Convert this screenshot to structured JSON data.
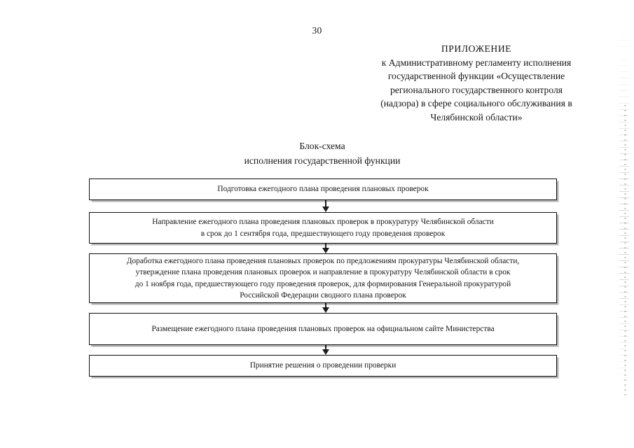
{
  "document": {
    "page_number": "30",
    "addressee": [
      "ПРИЛОЖЕНИЕ",
      "к Административному регламенту исполнения",
      "государственной функции «Осуществление",
      "регионального государственного контроля",
      "(надзора) в сфере социального обслуживания в",
      "Челябинской области»"
    ],
    "title": [
      "Блок-схема",
      "исполнения государственной функции"
    ]
  },
  "flowchart": {
    "nodes": [
      {
        "id": "node-0",
        "lines": [
          "Подготовка ежегодного плана проведения плановых проверок"
        ]
      },
      {
        "id": "node-1",
        "lines": [
          "Направление ежегодного плана проведения плановых проверок в прокуратуру Челябинской области",
          "в срок до 1 сентября года, предшествующего году проведения проверок"
        ]
      },
      {
        "id": "node-2",
        "lines": [
          "Доработка ежегодного плана проведения плановых проверок по предложениям прокуратуры Челябинской области,",
          "утверждение плана проведения плановых проверок и направление в прокуратуру Челябинской области в срок",
          "до 1 ноября года, предшествующего году проведения проверок, для формирования Генеральной прокуратурой",
          "Российской Федерации сводного плана проверок"
        ]
      },
      {
        "id": "node-3",
        "lines": [
          "Размещение ежегодного плана проведения плановых проверок на официальном сайте Министерства"
        ]
      },
      {
        "id": "node-4",
        "lines": [
          "Принятие решения о проведении проверки"
        ]
      }
    ],
    "connectors": [
      {
        "id": "conn-0",
        "from": "node-0",
        "to": "node-1"
      },
      {
        "id": "conn-1",
        "from": "node-1",
        "to": "node-2"
      },
      {
        "id": "conn-2",
        "from": "node-2",
        "to": "node-3"
      },
      {
        "id": "conn-3",
        "from": "node-3",
        "to": "node-4"
      }
    ]
  },
  "colors": {
    "page_background": "#ffffff",
    "text": "#151515",
    "node_border": "#0d0d0d",
    "node_shadow": "#787878",
    "connector": "#1c1c1c"
  }
}
